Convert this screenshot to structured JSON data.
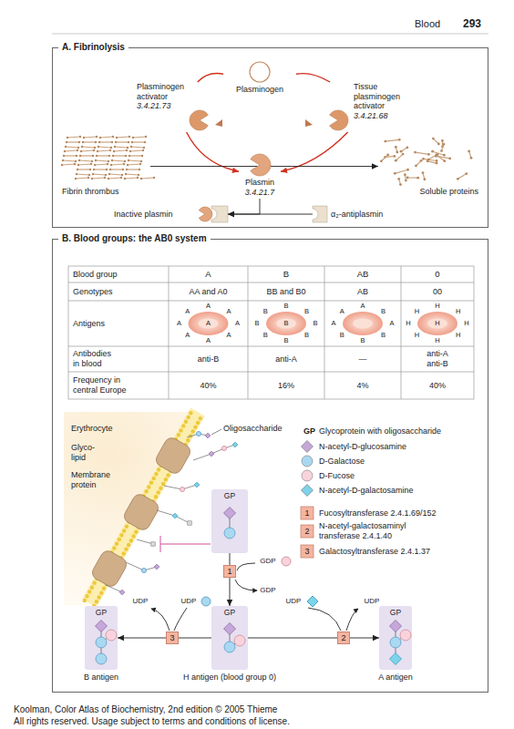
{
  "diagram": {
    "nodes": [
      {
        "text": [
          "A. Fibrinolysis"
        ]
      },
      {
        "text": [
          "Plasminogen"
        ],
        "in": 0
      },
      {
        "text": [
          "Plasminogen activator",
          "3.4.21.73"
        ],
        "in": 0
      },
      {
        "text": [
          "Tissue plasminogen activator",
          "3.4.21.68"
        ],
        "in": 0
      },
      {
        "text": [
          "Fibrin thrombus"
        ],
        "in": 0
      },
      {
        "text": [
          "Plasmin",
          "3.4.21.7"
        ],
        "in": 0
      },
      {
        "text": [
          "Soluble proteins"
        ],
        "in": 0
      },
      {
        "text": [
          "Inactive plasmin"
        ],
        "in": 0
      },
      {
        "text": [
          "α₂-antiplasmin"
        ],
        "in": 0
      },
      {
        "text": [
          "B. Blood groups: the AB0 system"
        ]
      },
      {
        "text": [
          "GP"
        ],
        "in": 9
      },
      {
        "text": [
          "1"
        ],
        "in": 9
      },
      {
        "text": [
          "GP",
          "B antigen"
        ],
        "in": 9
      },
      {
        "text": [
          "3"
        ],
        "in": 9
      },
      {
        "text": [
          "GP",
          "H antigen (blood group 0)"
        ],
        "in": 9
      },
      {
        "text": [
          "2"
        ],
        "in": 9
      },
      {
        "text": [
          "GP",
          "A antigen"
        ],
        "in": 9
      }
    ],
    "edges": [
      {
        "from": 1,
        "to": 2,
        "arrow": "none"
      },
      {
        "from": 2,
        "to": 5,
        "arrow": "to"
      },
      {
        "from": 1,
        "to": 3,
        "arrow": "none"
      },
      {
        "from": 3,
        "to": 5,
        "arrow": "to"
      },
      {
        "from": 4,
        "to": 6,
        "arrow": "to"
      },
      {
        "from": 5,
        "to": 7,
        "arrow": "to"
      },
      {
        "from": 8,
        "to": 7,
        "arrow": "to"
      },
      {
        "from": 10,
        "to": 11,
        "arrow": "none"
      },
      {
        "from": 11,
        "to": 14,
        "arrow": "to"
      },
      {
        "from": 14,
        "to": 13,
        "arrow": "none"
      },
      {
        "from": 13,
        "to": 12,
        "arrow": "to"
      },
      {
        "from": 14,
        "to": 15,
        "arrow": "none"
      },
      {
        "from": 15,
        "to": 16,
        "arrow": "to"
      }
    ],
    "labels": [
      "Blood",
      "293",
      "Blood group",
      "A",
      "B",
      "AB",
      "0",
      "Genotypes",
      "AA and A0",
      "BB and B0",
      "AB",
      "00",
      "Antigens",
      "A",
      "A",
      "A",
      "A",
      "A",
      "A",
      "A",
      "A",
      "A",
      "B",
      "B",
      "B",
      "B",
      "B",
      "B",
      "B",
      "B",
      "B",
      "A",
      "B",
      "A",
      "B",
      "B",
      "B",
      "A",
      "A",
      "H",
      "H",
      "H",
      "H",
      "H",
      "H",
      "H",
      "H",
      "H",
      "Antibodies in blood",
      "anti-B",
      "anti-A",
      "—",
      "anti-A anti-B",
      "Frequency in central Europe",
      "40%",
      "16%",
      "4%",
      "40%",
      "Erythrocyte",
      "Oligosaccharide",
      "Glyco- lipid",
      "Membrane protein",
      "GP",
      "1",
      "2",
      "3",
      "GDP",
      "GDP",
      "UDP",
      "UDP",
      "UDP",
      "UDP",
      "Koolman, Color Atlas of Biochemistry, 2nd edition © 2005 Thieme",
      "All rights reserved. Usage subject to terms and conditions of license."
    ],
    "legend": [
      {
        "text": "Glycoprotein with oligosaccharide"
      },
      {
        "text": "N-acetyl-D-glucosamine",
        "color": "#c6a7da"
      },
      {
        "text": "D-Galactose",
        "color": "#a9d8f1"
      },
      {
        "text": "D-Fucose",
        "color": "#f9d3dc"
      },
      {
        "text": "N-acetyl-D-galactosamine",
        "color": "#7dd3ea"
      },
      {
        "text": "Fucosyltransferase 2.4.1.69/152",
        "color": "#f4b4a0"
      },
      {
        "text": "N-acetyl-galactosaminyl transferase 2.4.1.40",
        "color": "#f4b4a0"
      },
      {
        "text": "Galactosyltransferase 2.4.1.37",
        "color": "#f4b4a0"
      }
    ]
  }
}
